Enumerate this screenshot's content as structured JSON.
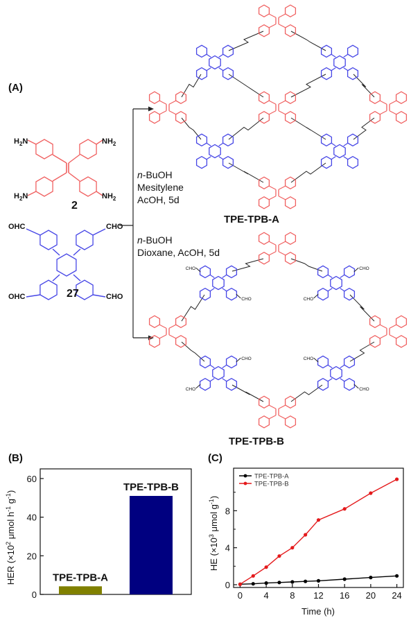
{
  "figure": {
    "panel_a_label": "(A)",
    "panel_b_label": "(B)",
    "panel_c_label": "(C)",
    "compound_2": {
      "number": "2",
      "group": "NH2",
      "group_main": "NH",
      "group_sub": "2",
      "group_prefix": "H",
      "group_prefix_sub": "2",
      "group_prefix_main": "N"
    },
    "compound_27": {
      "number": "27",
      "group": "CHO",
      "group_left": "OHC"
    },
    "condition_a": {
      "line1_italic": "n",
      "line1_rest": "-BuOH",
      "line2": "Mesitylene",
      "line3": "AcOH, 5d"
    },
    "condition_b": {
      "line1_italic": "n",
      "line1_rest": "-BuOH",
      "line2": "Dioxane, AcOH, 5d"
    },
    "product_a": "TPE-TPB-A",
    "product_b": "TPE-TPB-B",
    "colors": {
      "tpe": "#f06060",
      "tpb": "#4646e6",
      "bond": "#222222"
    }
  },
  "chart_data": [
    {
      "type": "bar",
      "categories": [
        "TPE-TPB-A",
        "TPE-TPB-B"
      ],
      "values": [
        4.2,
        51
      ],
      "colors": [
        "#808000",
        "#000080"
      ],
      "ylabel_main": "HER (×10",
      "ylabel_sup1": "2",
      "ylabel_mid": " μmol h",
      "ylabel_sup2": "-1",
      "ylabel_g": " g",
      "ylabel_sup3": "-1",
      "ylabel_end": ")",
      "ylim": [
        0,
        65
      ],
      "yticks": [
        0,
        20,
        40,
        60
      ],
      "grid": false
    },
    {
      "type": "line",
      "x": [
        0,
        2,
        4,
        6,
        8,
        10,
        12,
        16,
        20,
        24
      ],
      "series": [
        {
          "name": "TPE-TPB-A",
          "color": "#000000",
          "values": [
            0.05,
            0.1,
            0.18,
            0.24,
            0.3,
            0.36,
            0.42,
            0.6,
            0.78,
            0.95
          ]
        },
        {
          "name": "TPE-TPB-B",
          "color": "#e41a1c",
          "values": [
            0.05,
            0.95,
            1.9,
            3.1,
            4.0,
            5.4,
            7.0,
            8.2,
            9.9,
            11.4
          ]
        }
      ],
      "xlabel": "Time (h)",
      "ylabel_main": "HE (×10",
      "ylabel_sup": "3",
      "ylabel_end": " μmol g",
      "ylabel_sup2": "-1",
      "ylabel_close": ")",
      "xlim": [
        -1,
        25
      ],
      "ylim": [
        -0.3,
        12.6
      ],
      "xticks": [
        0,
        4,
        8,
        12,
        16,
        20,
        24
      ],
      "yticks": [
        0,
        4,
        8
      ],
      "yticks_minor": [
        2,
        6,
        10
      ],
      "legend": "top-left",
      "grid": false
    }
  ]
}
